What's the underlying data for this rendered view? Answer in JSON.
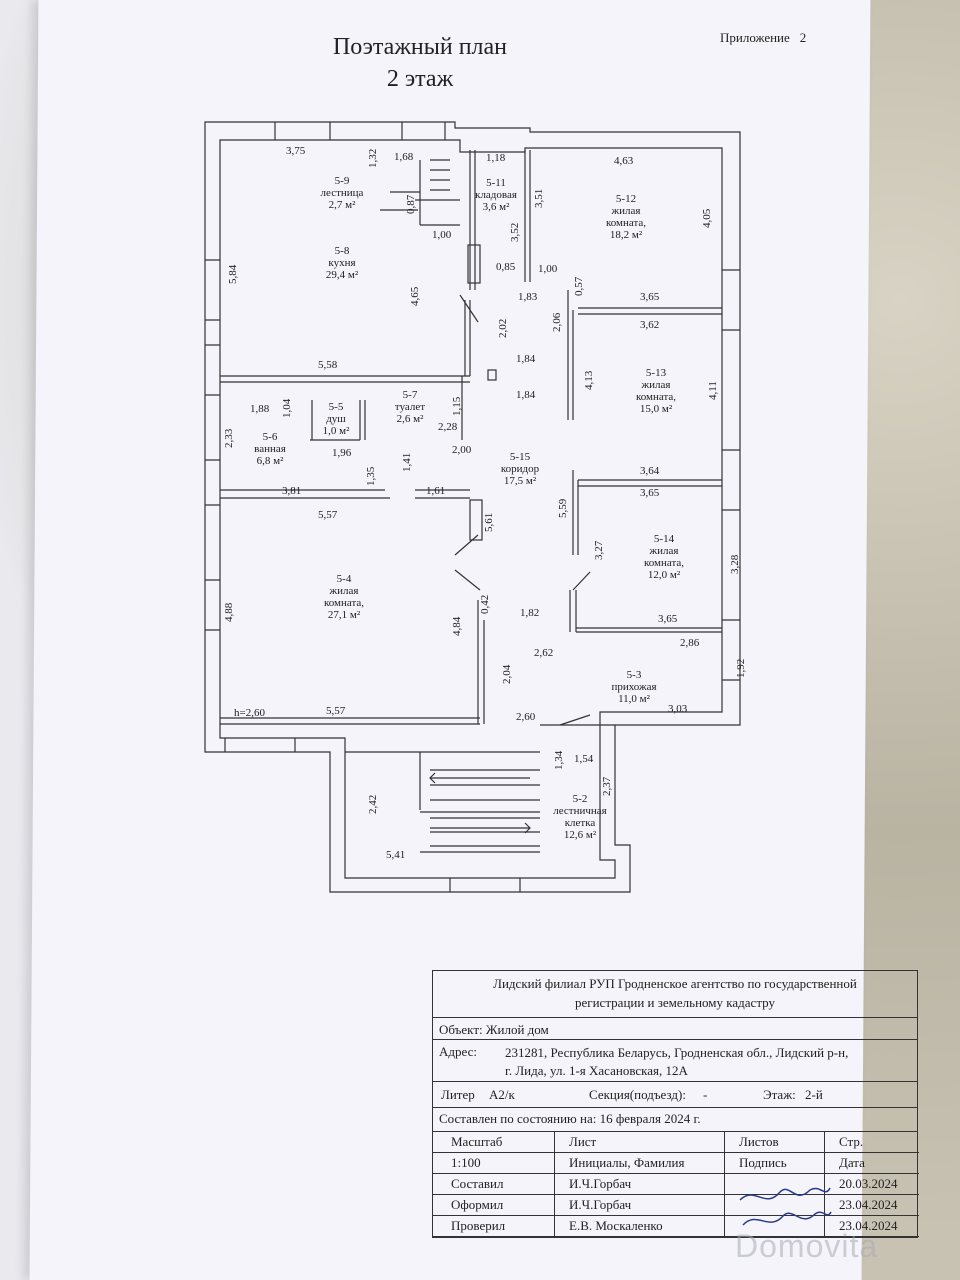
{
  "header": {
    "appendix_label": "Приложение",
    "appendix_num": "2",
    "title_line1": "Поэтажный план",
    "title_line2": "2 этаж"
  },
  "plan_labels": {
    "dims": [
      "3,75",
      "1,32",
      "1,68",
      "1,18",
      "4,63",
      "0,87",
      "1,00",
      "3,51",
      "3,52",
      "4,05",
      "5,84",
      "4,65",
      "0,85",
      "1,00",
      "1,83",
      "0,57",
      "3,65",
      "2,02",
      "2,06",
      "3,62",
      "5,58",
      "1,84",
      "1,84",
      "4,13",
      "4,11",
      "1,88",
      "1,04",
      "1,15",
      "2,28",
      "2,33",
      "1,96",
      "2,00",
      "1,35",
      "1,41",
      "3,81",
      "1,61",
      "3,64",
      "3,65",
      "5,57",
      "5,61",
      "5,59",
      "3,27",
      "3,28",
      "4,88",
      "0,42",
      "4,84",
      "1,82",
      "3,65",
      "2,86",
      "2,62",
      "2,04",
      "1,92",
      "h=2,60",
      "5,57",
      "2,60",
      "3,03",
      "1,54",
      "1,34",
      "2,37",
      "2,42",
      "5,41"
    ],
    "rooms": {
      "r59": [
        "5-9",
        "лестница",
        "2,7 м²"
      ],
      "r511": [
        "5-11",
        "кладовая",
        "3,6 м²"
      ],
      "r512": [
        "5-12",
        "жилая",
        "комната,",
        "18,2 м²"
      ],
      "r58": [
        "5-8",
        "кухня",
        "29,4 м²"
      ],
      "r513": [
        "5-13",
        "жилая",
        "комната,",
        "15,0 м²"
      ],
      "r57": [
        "5-7",
        "туалет",
        "2,6 м²"
      ],
      "r55": [
        "5-5",
        "душ",
        "1,0 м²"
      ],
      "r56": [
        "5-6",
        "ванная",
        "6,8 м²"
      ],
      "r515": [
        "5-15",
        "коридор",
        "17,5 м²"
      ],
      "r514": [
        "5-14",
        "жилая",
        "комната,",
        "12,0 м²"
      ],
      "r54": [
        "5-4",
        "жилая",
        "комната,",
        "27,1 м²"
      ],
      "r53": [
        "5-3",
        "прихожая",
        "11,0 м²"
      ],
      "r52": [
        "5-2",
        "лестничная",
        "клетка",
        "12,6 м²"
      ]
    }
  },
  "stamp": {
    "org_line1": "Лидский филиал РУП Гродненское агентство по государственной",
    "org_line2": "регистрации и земельному кадастру",
    "object_label": "Объект:",
    "object_value": "Жилой дом",
    "address_label": "Адрес:",
    "address_line1": "231281, Республика Беларусь, Гродненская обл., Лидский р-н,",
    "address_line2": "г. Лида, ул. 1-я Хасановская, 12А",
    "liter_label": "Литер",
    "liter_value": "А2/к",
    "section_label": "Секция(подъезд):",
    "section_value": "-",
    "floor_label": "Этаж:",
    "floor_value": "2-й",
    "date_label": "Составлен по состоянию на:",
    "date_value": "16 февраля 2024 г.",
    "grid": [
      [
        "Масштаб",
        "Лист",
        "Листов",
        "Стр."
      ],
      [
        "1:100",
        "Инициалы, Фамилия",
        "Подпись",
        "Дата"
      ],
      [
        "Составил",
        "И.Ч.Горбач",
        "",
        "20.03.2024"
      ],
      [
        "Оформил",
        "И.Ч.Горбач",
        "",
        "23.04.2024"
      ],
      [
        "Проверил",
        "Е.В. Москаленко",
        "",
        "23.04.2024"
      ]
    ]
  },
  "watermark": "Domovita"
}
